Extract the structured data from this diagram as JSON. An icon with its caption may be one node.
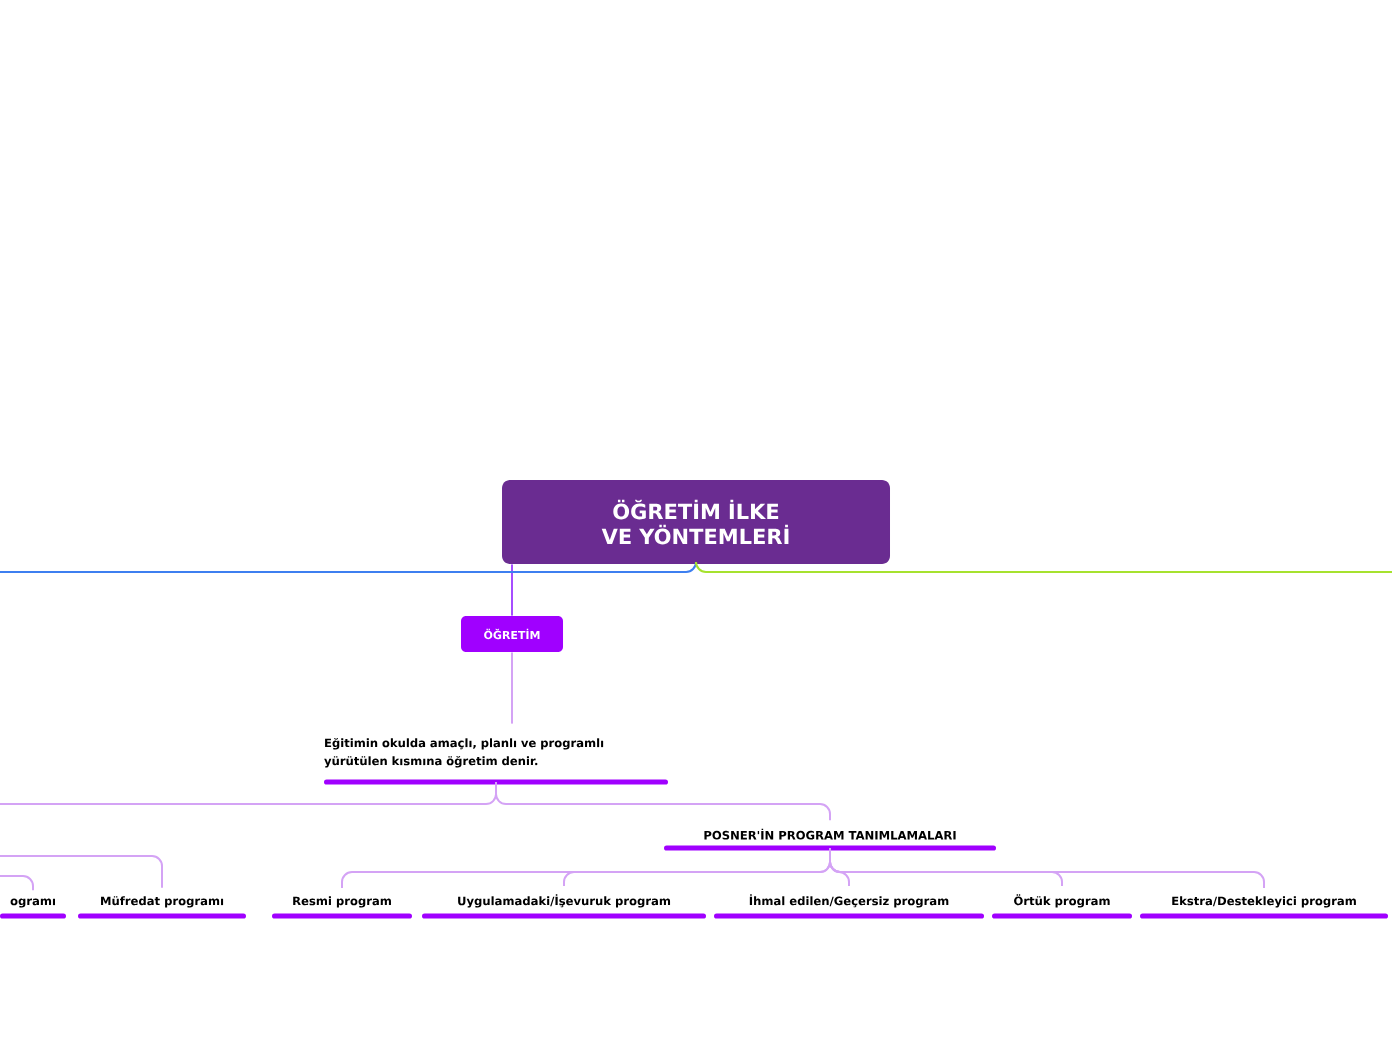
{
  "diagram": {
    "nodes": [
      {
        "text": [
          "ÖĞRETİM İLKE VE YÖNTEMLERİ"
        ]
      },
      {
        "text": [
          "ÖĞRETİM"
        ]
      },
      {
        "text": [
          "Eğitimin okulda amaçlı, planlı ve programlı yürütülen kısmına öğretim denir."
        ]
      },
      {
        "text": [
          "POSNER'İN PROGRAM TANIMLAMALARI"
        ]
      },
      {
        "text": [
          "ogramı"
        ]
      },
      {
        "text": [
          "Müfredat programı"
        ]
      },
      {
        "text": [
          "Resmi program"
        ]
      },
      {
        "text": [
          "Uygulamadaki/İşevuruk program"
        ]
      },
      {
        "text": [
          "İhmal edilen/Geçersiz program"
        ]
      },
      {
        "text": [
          "Örtük program"
        ]
      },
      {
        "text": [
          "Ekstra/Destekleyici program"
        ]
      }
    ],
    "edges": [
      {
        "from": 0,
        "to": 1,
        "arrow": "none",
        "color": "#a64dff"
      },
      {
        "from": 0,
        "to": null,
        "arrow": "none",
        "color": "#3d7ff0"
      },
      {
        "from": 0,
        "to": null,
        "arrow": "none",
        "color": "#a6e22e"
      },
      {
        "from": 1,
        "to": 2,
        "arrow": "none"
      },
      {
        "from": 2,
        "to": 3,
        "arrow": "none"
      },
      {
        "from": 2,
        "to": null,
        "arrow": "none"
      },
      {
        "from": null,
        "to": 4,
        "arrow": "none"
      },
      {
        "from": null,
        "to": 5,
        "arrow": "none"
      },
      {
        "from": 3,
        "to": 6,
        "arrow": "none"
      },
      {
        "from": 3,
        "to": 7,
        "arrow": "none"
      },
      {
        "from": 3,
        "to": 8,
        "arrow": "none"
      },
      {
        "from": 3,
        "to": 9,
        "arrow": "none"
      },
      {
        "from": 3,
        "to": 10,
        "arrow": "none"
      }
    ]
  }
}
